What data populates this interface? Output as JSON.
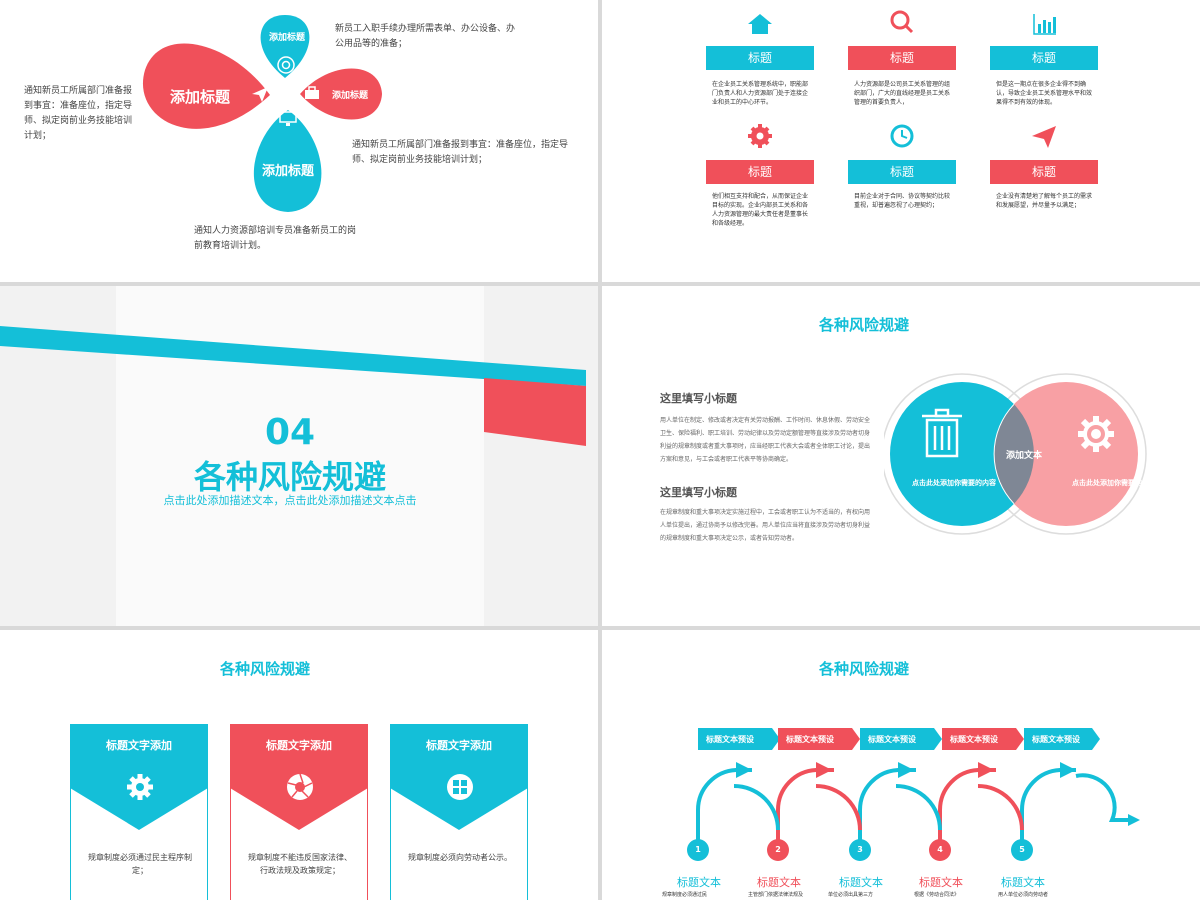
{
  "slide1": {
    "petal_top": "添加标题",
    "petal_left": "添加标题",
    "petal_right": "添加标题",
    "petal_bottom": "添加标题",
    "text_top_right": "新员工入职手续办理所需表单、办公设备、办公用品等的准备；",
    "text_left": "通知新员工所属部门准备报到事宜：准备座位，指定导师、拟定岗前业务技能培训计划；",
    "text_right": "通知新员工所属部门准备报到事宜：准备座位，指定导师、拟定岗前业务技能培训计划；",
    "text_bottom": "通知人力资源部培训专员准备新员工的岗前教育培训计划。",
    "colors": {
      "red": "#f0505a",
      "cyan": "#14bfd8"
    },
    "icons": [
      "target-icon",
      "send-icon",
      "briefcase-icon",
      "monitor-icon"
    ]
  },
  "slide2": {
    "items": [
      {
        "icon": "home-icon",
        "title": "标题",
        "text": "在企业员工关系管理系统中，职能部门负责人和人力资源部门处于连接企业和员工的中心环节。",
        "color": "#14bfd8"
      },
      {
        "icon": "search-icon",
        "title": "标题",
        "text": "人力资源部是公司员工关系管理的组织部门，广大的直线经理是员工关系管理的首要负责人，",
        "color": "#f0505a"
      },
      {
        "icon": "bar-chart-icon",
        "title": "标题",
        "text": "但是这一期点在很多企业得不到确认，导致企业员工关系管理水平和效果得不到有效的体现。",
        "color": "#14bfd8"
      },
      {
        "icon": "gear-icon",
        "title": "标题",
        "text": "他们相互支持和配合，从而保证企业目标的实现。企业内部员工关系和各人力资源管理的最大责任者是董事长和各级经理。",
        "color": "#f0505a"
      },
      {
        "icon": "clock-icon",
        "title": "标题",
        "text": "目前企业对于合同、协议等契约比较重视，却普遍忽视了心理契约；",
        "color": "#14bfd8"
      },
      {
        "icon": "send-icon",
        "title": "标题",
        "text": "企业没有清楚地了解每个员工的需求和发展愿望，并尽量予以满足；",
        "color": "#f0505a"
      }
    ]
  },
  "slide3": {
    "number": "04",
    "title": "各种风险规避",
    "subtitle": "点击此处添加描述文本，点击此处添加描述文本点击"
  },
  "slide4": {
    "heading": "各种风险规避",
    "sub1": "这里填写小标题",
    "para1": "用人单位在制定、修改或者决定有关劳动报酬、工作时间、休息休假、劳动安全卫生、保险福利、职工培训、劳动纪律以及劳动定额管理等直接涉及劳动者切身利益的规章制度或者重大事项时，应当经职工代表大会或者全体职工讨论，提出方案和意见，与工会或者职工代表平等协商确定。",
    "sub2": "这里填写小标题",
    "para2": "在规章制度和重大事项决定实施过程中，工会或者职工认为不适当的，有权向用人单位提出，通过协商予以修改完善。用人单位应当将直接涉及劳动者切身利益的规章制度和重大事项决定公示，或者告知劳动者。",
    "left_label": "点击此处添加你需要的内容",
    "right_label": "点击此处添加你需要的内容",
    "center_label": "添加文本",
    "colors": {
      "left": "#14bfd8",
      "right": "#f8a0a4",
      "overlap": "#7f8795"
    }
  },
  "slide5": {
    "heading": "各种风险规避",
    "cards": [
      {
        "title": "标题文字添加",
        "icon": "gear-icon",
        "text": "规章制度必须通过民主程序制定；",
        "color": "#14bfd8"
      },
      {
        "title": "标题文字添加",
        "icon": "aperture-icon",
        "text": "规章制度不能违反国家法律、行政法规及政策规定；",
        "color": "#f0505a"
      },
      {
        "title": "标题文字添加",
        "icon": "windows-icon",
        "text": "规章制度必须向劳动者公示。",
        "color": "#14bfd8"
      }
    ]
  },
  "slide6": {
    "heading": "各种风险规避",
    "flags": [
      "标题文本预设",
      "标题文本预设",
      "标题文本预设",
      "标题文本预设",
      "标题文本预设"
    ],
    "numbers": [
      "1",
      "2",
      "3",
      "4",
      "5"
    ],
    "titles": [
      "标题文本",
      "标题文本",
      "标题文本",
      "标题文本",
      "标题文本"
    ],
    "descs": [
      "规章制度必须通过民",
      "主管部门依据法律法规及",
      "单位必须出具第三方",
      "根据《劳动合同法》",
      "用人单位必须向劳动者"
    ]
  }
}
